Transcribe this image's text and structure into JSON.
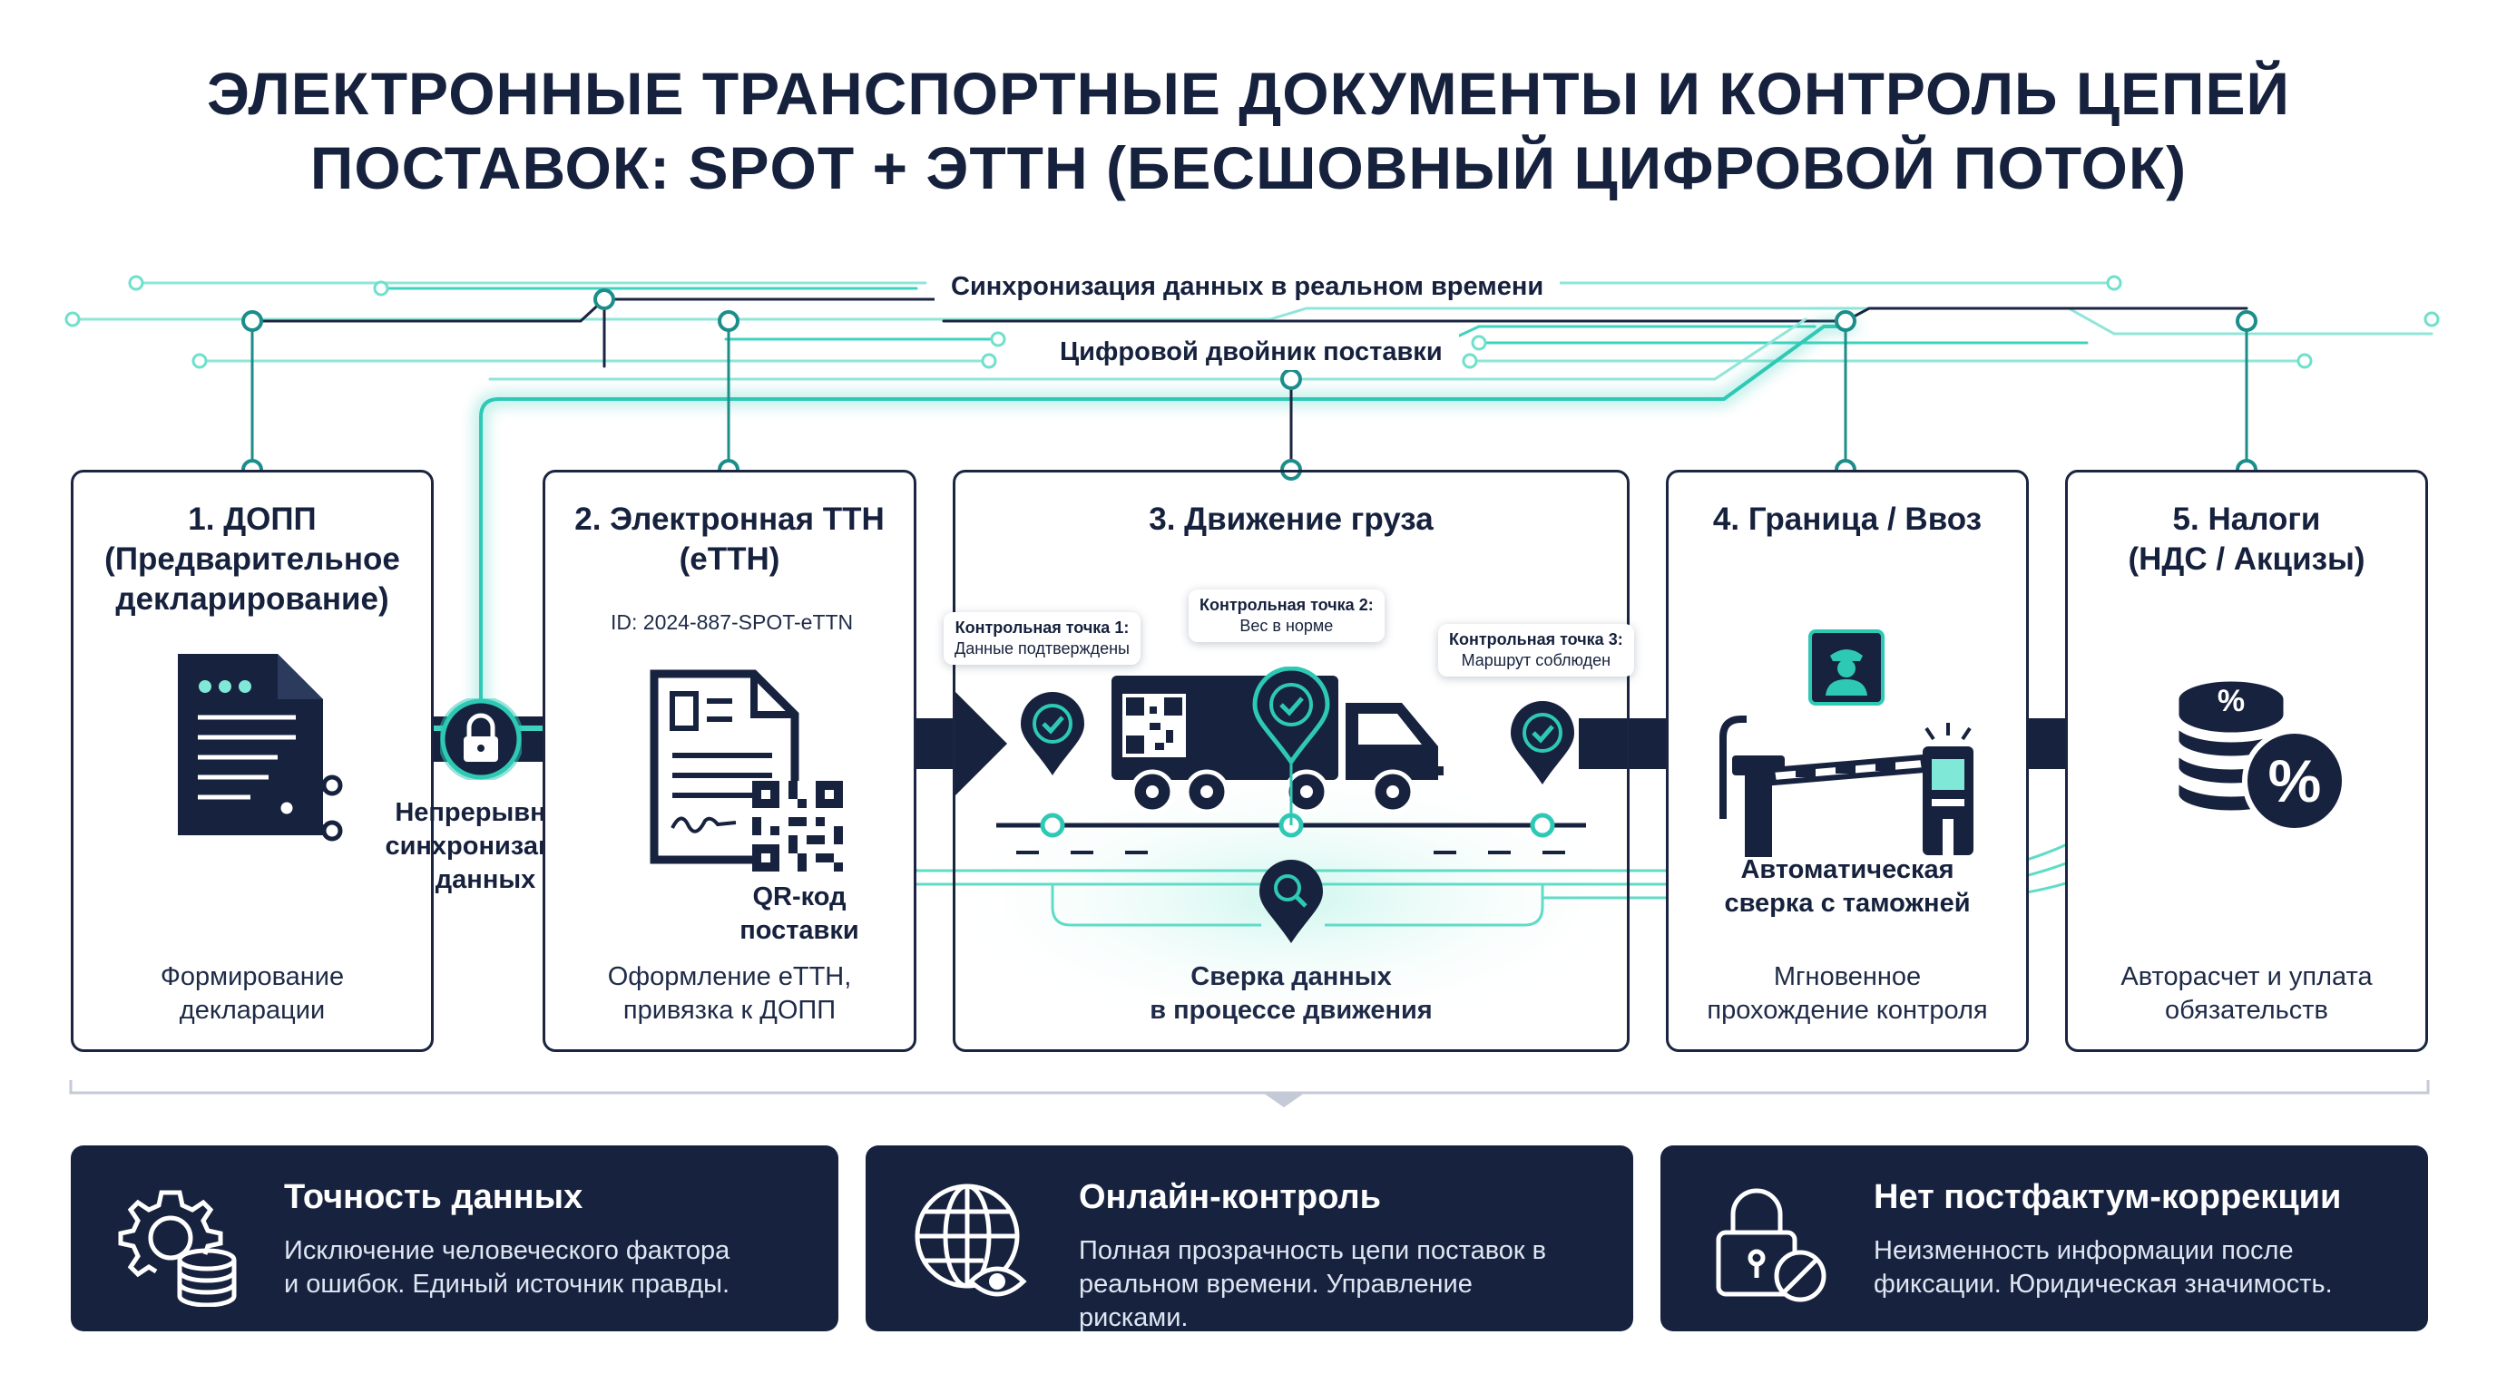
{
  "title": {
    "line1": "ЭЛЕКТРОННЫЕ ТРАНСПОРТНЫЕ ДОКУМЕНТЫ И КОНТРОЛЬ ЦЕПЕЙ",
    "line2": "ПОСТАВОК: SPOT + ЭТТН (БЕСШОВНЫЙ ЦИФРОВОЙ ПОТОК)"
  },
  "network": {
    "sync_label": "Синхронизация данных в реальном времени",
    "twin_label": "Цифровой двойник поставки"
  },
  "steps": [
    {
      "title": "1. ДОПП\n(Предварительное\nдекларирование)",
      "footer": "Формирование\nдекларации"
    },
    {
      "title": "2. Электронная ТТН\n(еТТН)",
      "doc_id": "ID: 2024-887-SPOT-eTTN",
      "qr_label": "QR-код\nпоставки",
      "footer": "Оформление еТТН,\nпривязка к ДОПП"
    },
    {
      "title": "3. Движение груза",
      "footer": "Сверка данных\nв процессе движения"
    },
    {
      "title": "4. Граница / Ввоз",
      "footer": "Мгновенное\nпрохождение контроля"
    },
    {
      "title": "5. Налоги\n(НДС / Акцизы)",
      "footer": "Авторасчет и уплата\nобязательств"
    }
  ],
  "sync_between": "Непрерывная\nсинхронизация\nданных",
  "checkpoints": [
    {
      "title": "Контрольная точка 1:",
      "text": "Данные подтверждены"
    },
    {
      "title": "Контрольная точка 2:",
      "text": "Вес в норме"
    },
    {
      "title": "Контрольная точка 3:",
      "text": "Маршрут соблюден"
    }
  ],
  "customs_check": "Автоматическая\nсверка с таможней",
  "benefits": [
    {
      "title": "Точность данных",
      "text": "Исключение человеческого фактора\nи ошибок. Единый источник правды.",
      "icon": "gear-database-icon"
    },
    {
      "title": "Онлайн-контроль",
      "text": "Полная прозрачность цепи поставок в\nреальном времени. Управление рисками.",
      "icon": "globe-eye-icon"
    },
    {
      "title": "Нет постфактум-коррекции",
      "text": "Неизменность информации после\nфиксации. Юридическая значимость.",
      "icon": "lock-forbidden-icon"
    }
  ],
  "colors": {
    "navy": "#17223f",
    "teal": "#2ec9b5",
    "mint": "#7fe8d6"
  }
}
